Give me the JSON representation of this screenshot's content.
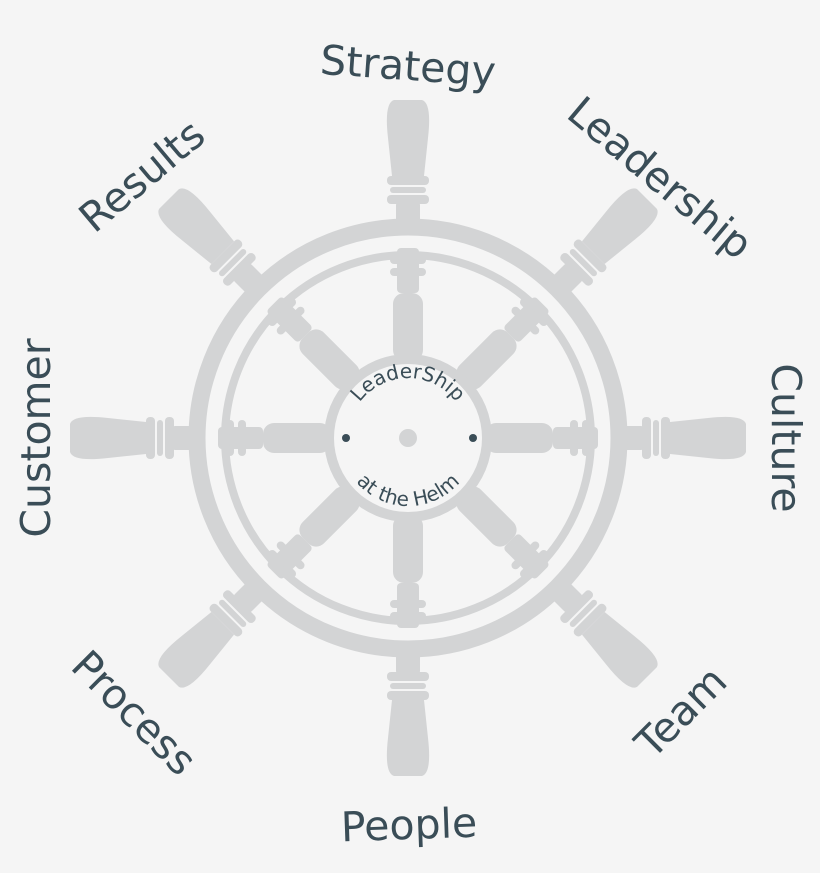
{
  "diagram": {
    "labels": [
      {
        "id": "strategy",
        "text": "Strategy"
      },
      {
        "id": "leadership",
        "text": "Leadership"
      },
      {
        "id": "culture",
        "text": "Culture"
      },
      {
        "id": "team",
        "text": "Team"
      },
      {
        "id": "people",
        "text": "People"
      },
      {
        "id": "process",
        "text": "Process"
      },
      {
        "id": "customer",
        "text": "Customer"
      },
      {
        "id": "results",
        "text": "Results"
      }
    ],
    "hub": {
      "top_text": "LeaderShip",
      "bottom_text": "at the Helm"
    },
    "colors": {
      "background": "#f5f5f5",
      "wheel": "#d3d4d5",
      "text": "#3a4d57"
    }
  }
}
